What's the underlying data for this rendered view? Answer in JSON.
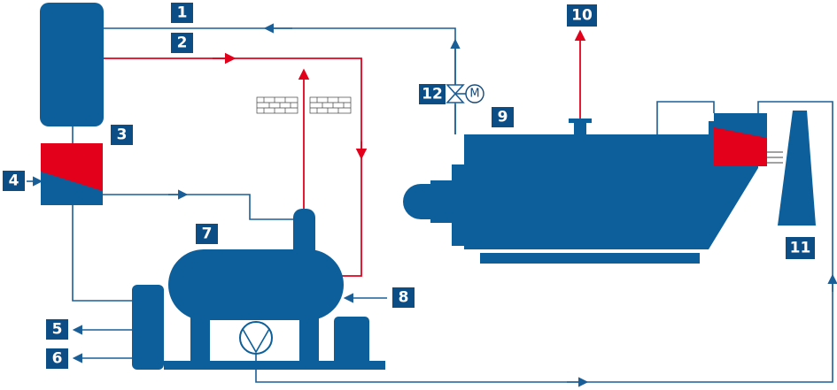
{
  "colors": {
    "equipment": "#0c5f9a",
    "badge": "#0d4d86",
    "water_line": "#1a5e98",
    "steam_line": "#e3001b",
    "hot_section": "#e3001b"
  },
  "badges": [
    {
      "id": "1",
      "label": "1"
    },
    {
      "id": "2",
      "label": "2"
    },
    {
      "id": "3",
      "label": "3"
    },
    {
      "id": "4",
      "label": "4"
    },
    {
      "id": "5",
      "label": "5"
    },
    {
      "id": "6",
      "label": "6"
    },
    {
      "id": "7",
      "label": "7"
    },
    {
      "id": "8",
      "label": "8"
    },
    {
      "id": "9",
      "label": "9"
    },
    {
      "id": "10",
      "label": "10"
    },
    {
      "id": "11",
      "label": "11"
    },
    {
      "id": "12",
      "label": "12"
    }
  ],
  "motor": {
    "label": "M"
  },
  "icons": {
    "pump": "pump-icon",
    "valve": "valve-icon",
    "motor": "motor-icon",
    "insulation": "brick-wall-icon"
  }
}
